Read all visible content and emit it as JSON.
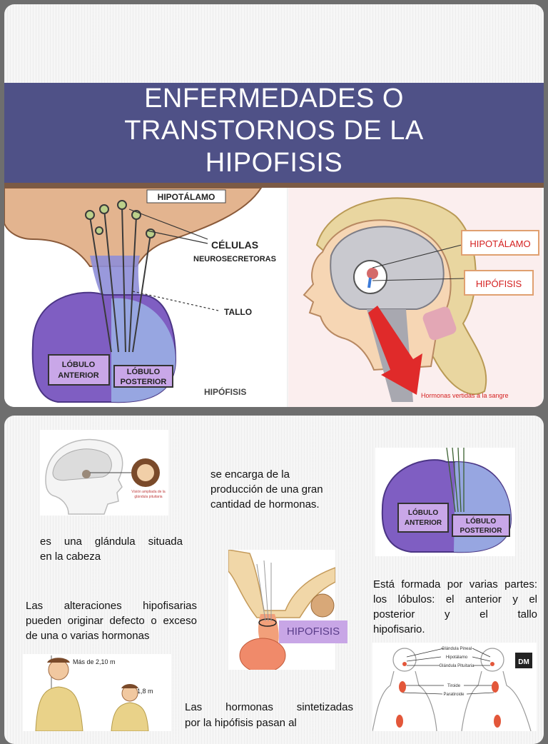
{
  "slide1": {
    "title_lines": [
      "ENFERMEDADES O",
      "TRANSTORNOS DE LA",
      "HIPOFISIS"
    ],
    "left_figure": {
      "hipotalamo": "HIPOTÁLAMO",
      "celulas": "CÉLULAS",
      "neurosecretoras": "NEUROSECRETORAS",
      "tallo": "TALLO",
      "lobulo_anterior": [
        "LÓBULO",
        "ANTERIOR"
      ],
      "lobulo_posterior": [
        "LÓBULO",
        "POSTERIOR"
      ],
      "hipofisis": "HIPÓFISIS"
    },
    "right_figure": {
      "hipotalamo": "HIPOTÁLAMO",
      "hipofisis": "HIPÓFISIS",
      "caption": "Hormonas vertidas a la sangre"
    }
  },
  "slide2": {
    "head_caption": [
      "Visión ampliada de la",
      "glándula pituitaria"
    ],
    "text_head": [
      "es una glándula situada",
      "en la cabeza"
    ],
    "text_produccion": [
      "se encarga de la",
      "producción de una gran",
      "cantidad de hormonas."
    ],
    "text_alteraciones": [
      "Las alteraciones hipofisarias",
      "pueden originar defecto o exceso",
      "de una o varias hormonas"
    ],
    "text_formada": [
      "Está formada por varias",
      "partes: los lóbulos: el anterior",
      "y el posterior y el tallo",
      "hipofisario."
    ],
    "text_sintetizadas": [
      "Las hormonas sintetizadas",
      "por la hipófisis pasan al"
    ],
    "hipofisis_label": "HIPOFISIS",
    "lobulo_anterior": [
      "LÓBULO",
      "ANTERIOR"
    ],
    "lobulo_posterior": [
      "LÓBULO",
      "POSTERIOR"
    ],
    "height_tall": "Más de 2,10 m",
    "height_normal": "1,8 m",
    "glands": [
      "Glándula Pineal",
      "Hipotálamo",
      "Glándula Pituitaria",
      "Tiroide",
      "Paratiroide"
    ],
    "logo": "DM"
  }
}
